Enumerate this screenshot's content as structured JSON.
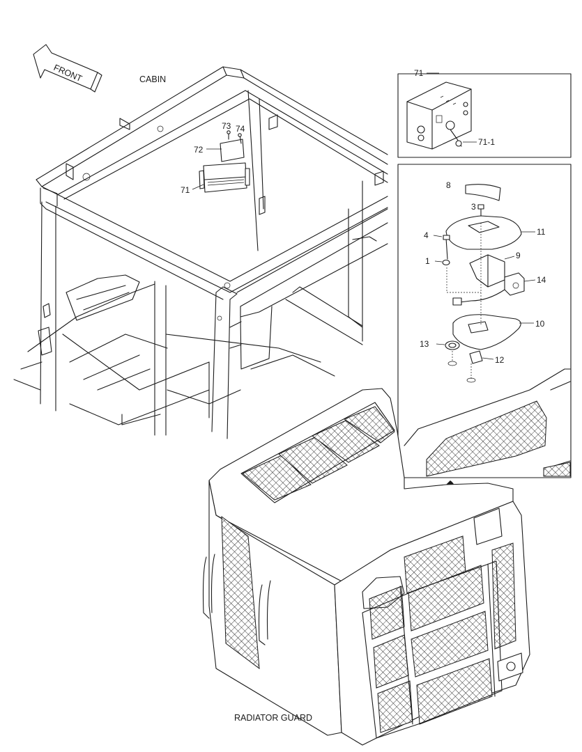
{
  "captions": {
    "front": "FRONT",
    "cabin": "CABIN",
    "radiator_guard": "RADIATOR GUARD"
  },
  "part_labels": {
    "p71_top": "71",
    "p71_1": "71-1",
    "p71_cabin": "71",
    "p72": "72",
    "p73": "73",
    "p74": "74",
    "p8": "8",
    "p3": "3",
    "p4": "4",
    "p1": "1",
    "p11": "11",
    "p9": "9",
    "p14": "14",
    "p10": "10",
    "p13": "13",
    "p12": "12"
  }
}
